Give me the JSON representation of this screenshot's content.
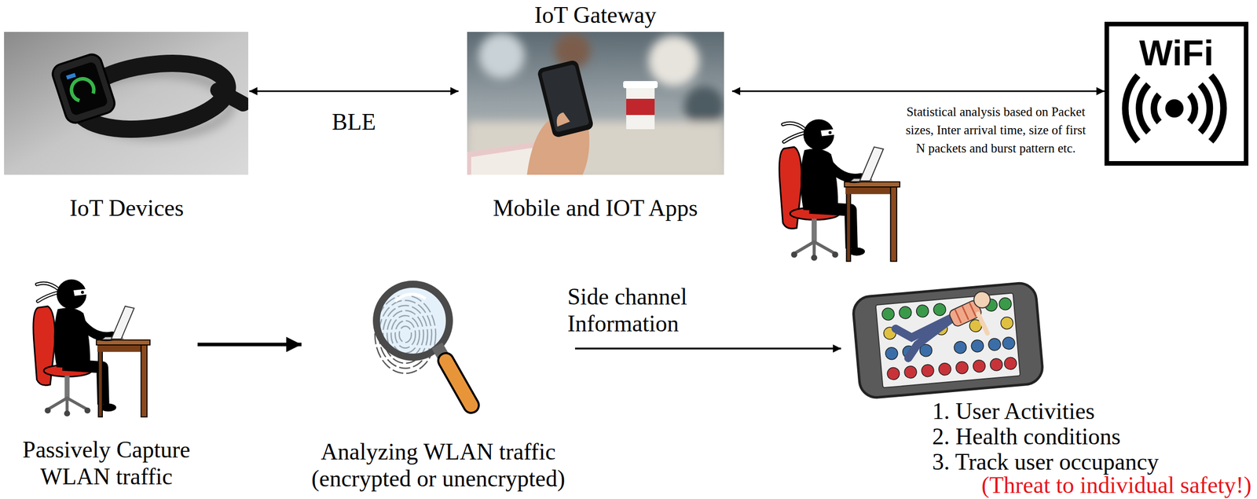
{
  "diagram": {
    "nodes": [
      {
        "text": [
          "IoT Devices"
        ]
      },
      {
        "text": [
          "IoT Gateway",
          "Mobile and IOT Apps"
        ]
      },
      {
        "text": [
          "WiFi"
        ]
      },
      {
        "text": [
          "Passively Capture WLAN traffic"
        ]
      },
      {
        "text": [
          "Analyzing WLAN traffic (encrypted or unencrypted)"
        ]
      },
      {
        "text": [
          "1. User Activities",
          "2. Health conditions",
          "3. Track user occupancy",
          "(Threat to individual safety!)"
        ]
      }
    ],
    "edges": [
      {
        "from": 0,
        "to": 1,
        "label": "BLE",
        "arrow": "both"
      },
      {
        "from": 1,
        "to": 2,
        "arrow": "both"
      },
      {
        "from": 3,
        "to": 4,
        "arrow": "to"
      },
      {
        "from": 4,
        "to": 5,
        "label": "Side channel Information",
        "arrow": "to"
      }
    ],
    "labels": [
      "Statistical analysis based on Packet sizes, Inter arrival time, size of first N packets and burst pattern etc."
    ]
  }
}
